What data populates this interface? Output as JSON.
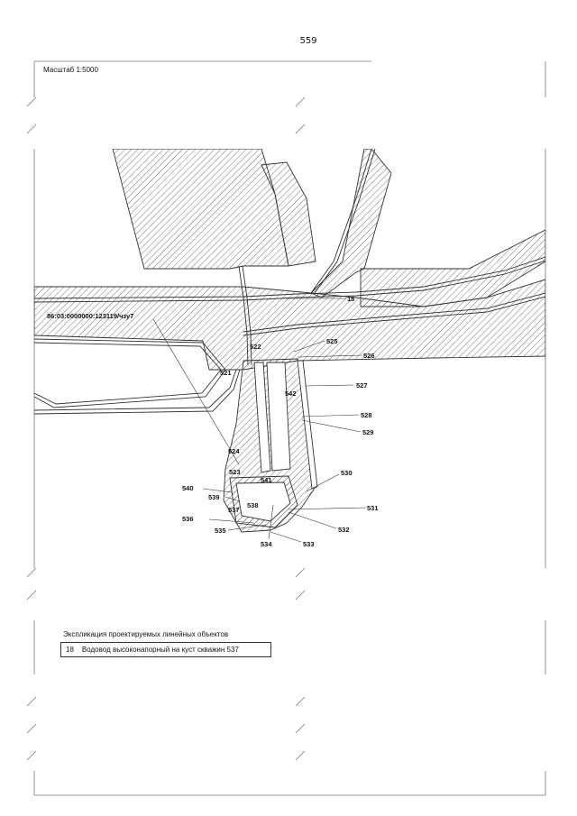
{
  "page": {
    "number": "559"
  },
  "map": {
    "scale": "Масштаб 1:5000",
    "cadastral_label": "86:03:0000000:123119/чзу7",
    "parcels": [
      "18",
      "521",
      "522",
      "523",
      "524",
      "525",
      "526",
      "527",
      "528",
      "529",
      "530",
      "531",
      "532",
      "533",
      "534",
      "535",
      "536",
      "537",
      "538",
      "539",
      "540",
      "541",
      "542"
    ]
  },
  "legend": {
    "title": "Экспликация проектируемых линейных объектов",
    "items": [
      {
        "number": "18",
        "text": "Водовод высоконапорный на куст скважин 537"
      }
    ]
  },
  "colors": {
    "line": "#333333",
    "hatch": "#555555",
    "background": "#ffffff"
  }
}
